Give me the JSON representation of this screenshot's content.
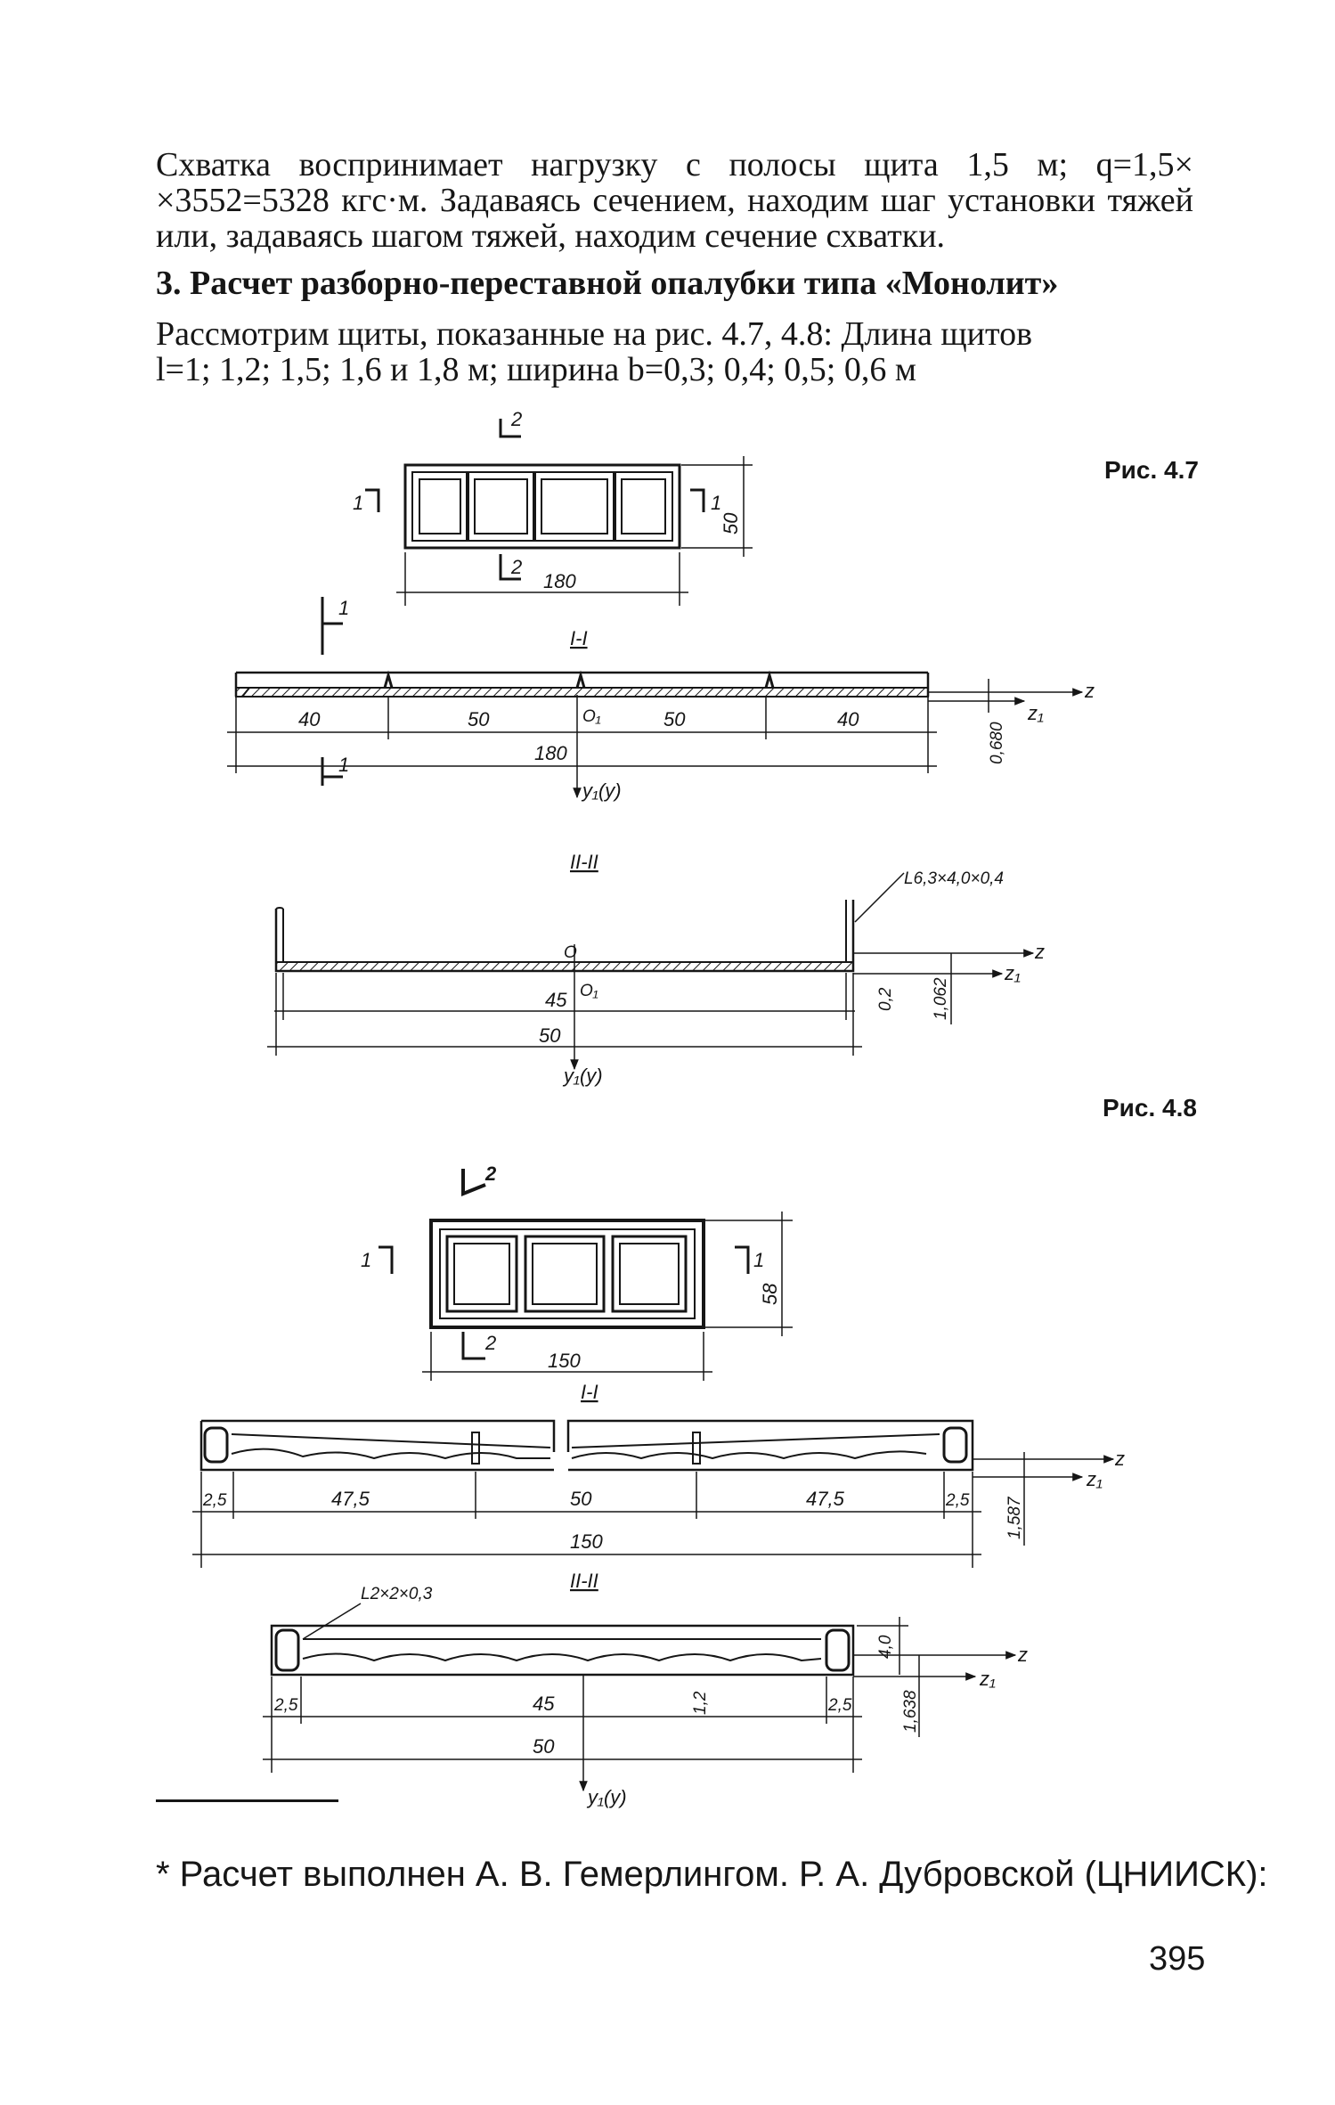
{
  "text": {
    "para1": "Схватка воспринимает нагрузку с полосы щита 1,5 м; q=1,5× ×3552=5328 кгс·м. Задаваясь сечением, находим шаг установки тяжей или, задаваясь шагом тяжей, находим сечение схватки.",
    "heading": "3. Расчет разборно-переставной опалубки типа «Монолит»",
    "para2_line1": "Рассмотрим щиты, показанные на рис. 4.7, 4.8: Длина щитов",
    "para2_line2": "l=1; 1,2; 1,5; 1,6 и 1,8 м; ширина b=0,3; 0,4; 0,5; 0,6 м",
    "footnote": "* Расчет выполнен А. В. Гемерлингом. Р. А. Дубровской (ЦНИИСК):",
    "page_number": "395"
  },
  "figure_4_7": {
    "caption": "Рис. 4.7",
    "plan": {
      "cut_1": "1",
      "cut_2": "2",
      "width": "50",
      "length": "180"
    },
    "section_1": {
      "title": "I-I",
      "cut_label": "1",
      "dims": [
        "40",
        "50",
        "50",
        "40"
      ],
      "total": "180",
      "origin": "O₁",
      "axis_y": "y₁(y)",
      "axis_z": "z",
      "axis_z1": "z₁",
      "offset": "0,680"
    },
    "section_2": {
      "title": "II-II",
      "angle_label": "L6,3×4,0×0,4",
      "origin": "O",
      "origin1": "O₁",
      "inner": "45",
      "total": "50",
      "axis_y": "y₁(y)",
      "axis_z": "z",
      "axis_z1": "z₁",
      "thickness": "0,2",
      "offset": "1,062"
    }
  },
  "figure_4_8": {
    "caption": "Рис. 4.8",
    "plan": {
      "cut_1": "1",
      "cut_2": "2",
      "width": "58",
      "length": "150"
    },
    "section_1": {
      "title": "I-I",
      "dims": [
        "2,5",
        "47,5",
        "50",
        "47,5",
        "2,5"
      ],
      "total": "150",
      "axis_z": "z",
      "axis_z1": "z₁",
      "offset": "1,587"
    },
    "section_2": {
      "title": "II-II",
      "angle_label": "L2×2×0,3",
      "dims": [
        "2,5",
        "45",
        "2,5"
      ],
      "total": "50",
      "height": "4,0",
      "rib": "1,2",
      "axis_y": "y₁(y)",
      "axis_z": "z",
      "axis_z1": "z₁",
      "offset": "1,638"
    }
  }
}
